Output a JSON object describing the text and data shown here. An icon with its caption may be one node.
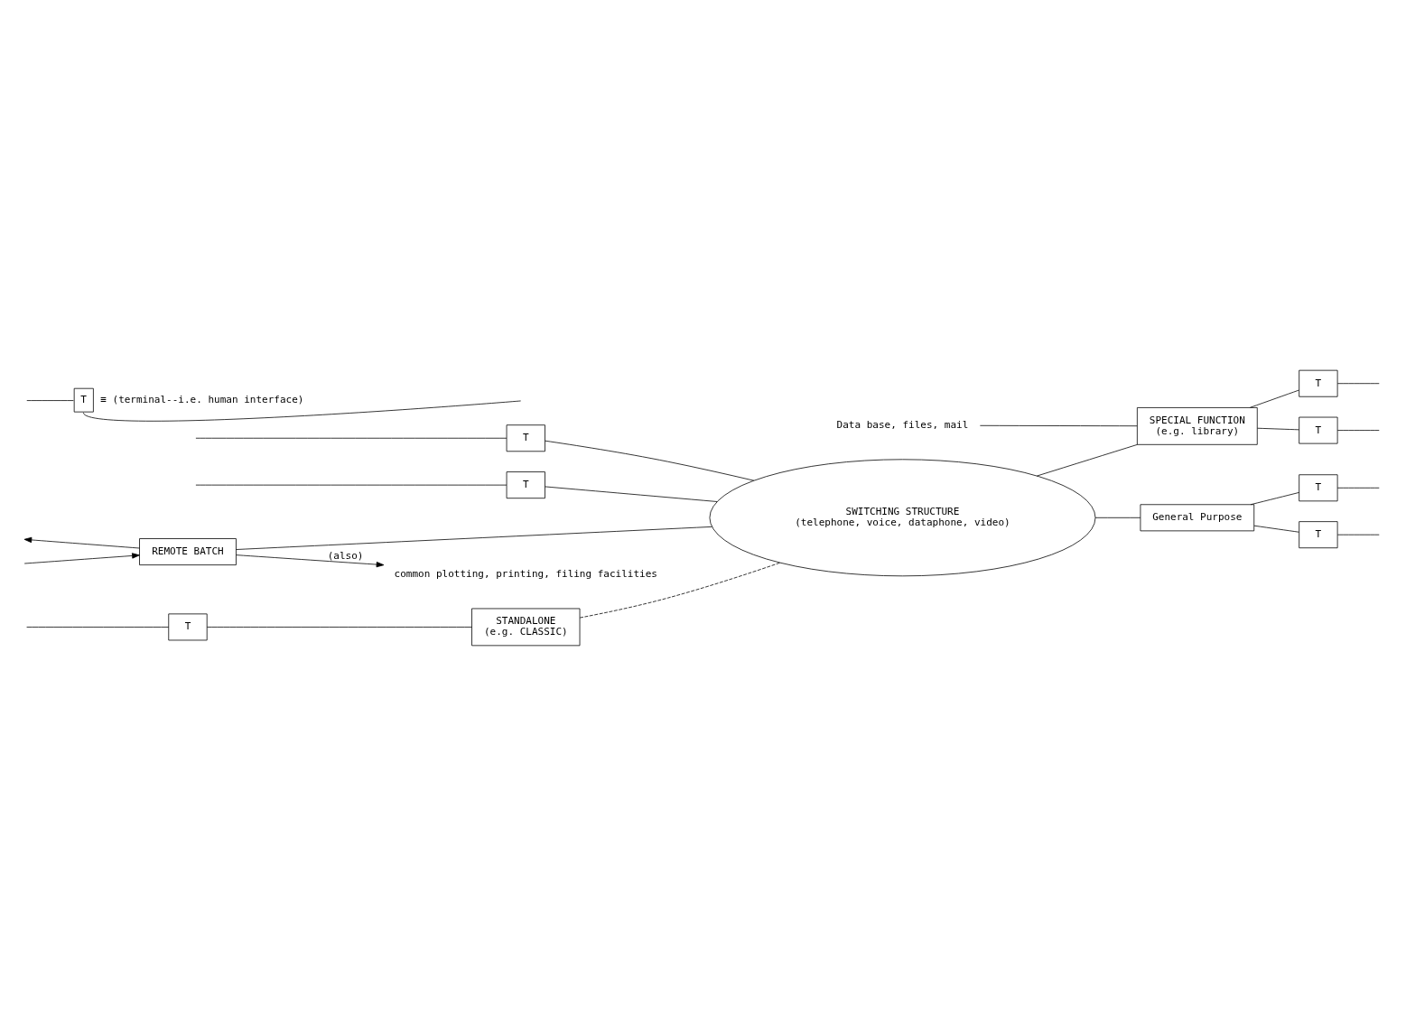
{
  "diagram": {
    "nodes": [
      {
        "text": [
          "T"
        ]
      },
      {
        "text": [
          "STANDALONE",
          "(e.g. CLASSIC)"
        ]
      },
      {
        "text": [
          "SWITCHING STRUCTURE",
          "(telephone, voice, dataphone, video)"
        ]
      },
      {
        "text": [
          "SPECIAL FUNCTION",
          "(e.g. library)"
        ]
      },
      {
        "text": [
          "Data base, files, mail"
        ]
      },
      {
        "text": [
          "T"
        ]
      },
      {
        "text": [
          "T"
        ]
      },
      {
        "text": [
          "T"
        ]
      },
      {
        "text": [
          "T"
        ]
      },
      {
        "text": [
          "REMOTE BATCH"
        ]
      },
      {
        "text": [
          "General Purpose"
        ]
      },
      {
        "text": [
          "T"
        ]
      },
      {
        "text": [
          "T"
        ]
      },
      {
        "text": [
          "common plotting, printing, filing facilities"
        ]
      },
      {
        "text": [
          "T"
        ],
        "beside": [
          "≡ (terminal--i.e. human interface)"
        ]
      }
    ],
    "edges": [
      {
        "from": null,
        "to": 0,
        "arrow": "none"
      },
      {
        "from": 0,
        "to": 1,
        "arrow": "none"
      },
      {
        "from": 1,
        "to": 2,
        "arrow": "none",
        "style": "dashed"
      },
      {
        "from": 2,
        "to": 3,
        "arrow": "none"
      },
      {
        "from": 3,
        "to": 5,
        "arrow": "none"
      },
      {
        "from": 3,
        "to": 6,
        "arrow": "none"
      },
      {
        "from": 5,
        "to": null,
        "arrow": "none"
      },
      {
        "from": 6,
        "to": null,
        "arrow": "none"
      },
      {
        "from": 4,
        "to": 3,
        "arrow": "none"
      },
      {
        "from": null,
        "to": 7,
        "arrow": "none"
      },
      {
        "from": null,
        "to": 8,
        "arrow": "none"
      },
      {
        "from": 7,
        "to": 2,
        "arrow": "none"
      },
      {
        "from": 8,
        "to": 2,
        "arrow": "none"
      },
      {
        "from": 9,
        "to": null,
        "arrow": "to"
      },
      {
        "from": null,
        "to": 9,
        "arrow": "to"
      },
      {
        "from": 9,
        "to": 2,
        "arrow": "none"
      },
      {
        "from": 2,
        "to": 10,
        "arrow": "none"
      },
      {
        "from": 10,
        "to": 11,
        "arrow": "none"
      },
      {
        "from": 10,
        "to": 12,
        "arrow": "none"
      },
      {
        "from": 11,
        "to": null,
        "arrow": "none"
      },
      {
        "from": 12,
        "to": null,
        "arrow": "none"
      },
      {
        "from": 9,
        "to": 13,
        "arrow": "to",
        "label": "(also)"
      },
      {
        "from": null,
        "to": 14,
        "arrow": "none"
      },
      {
        "from": 14,
        "to": null,
        "arrow": "none"
      }
    ]
  }
}
